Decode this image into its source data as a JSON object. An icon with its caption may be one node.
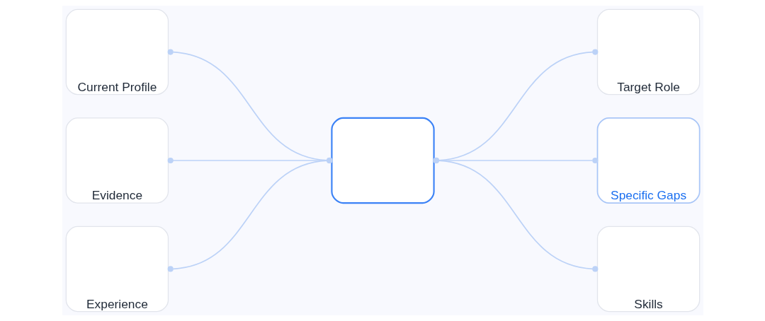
{
  "diagram": {
    "nodes": [
      {
        "text": [
          "Current Profile"
        ]
      },
      {
        "text": [
          "Evidence"
        ]
      },
      {
        "text": [
          "Experience"
        ]
      },
      {
        "text": [],
        "shape": "box"
      },
      {
        "text": [
          "Target Role"
        ]
      },
      {
        "text": [
          "Specific Gaps"
        ]
      },
      {
        "text": [
          "Skills"
        ]
      }
    ],
    "edges": [
      {
        "from": 0,
        "to": 3,
        "arrow": "other"
      },
      {
        "from": 1,
        "to": 3,
        "arrow": "other"
      },
      {
        "from": 2,
        "to": 3,
        "arrow": "other"
      },
      {
        "from": 3,
        "to": 4,
        "arrow": "other"
      },
      {
        "from": 3,
        "to": 5,
        "arrow": "other"
      },
      {
        "from": 3,
        "to": 6,
        "arrow": "other"
      }
    ]
  }
}
